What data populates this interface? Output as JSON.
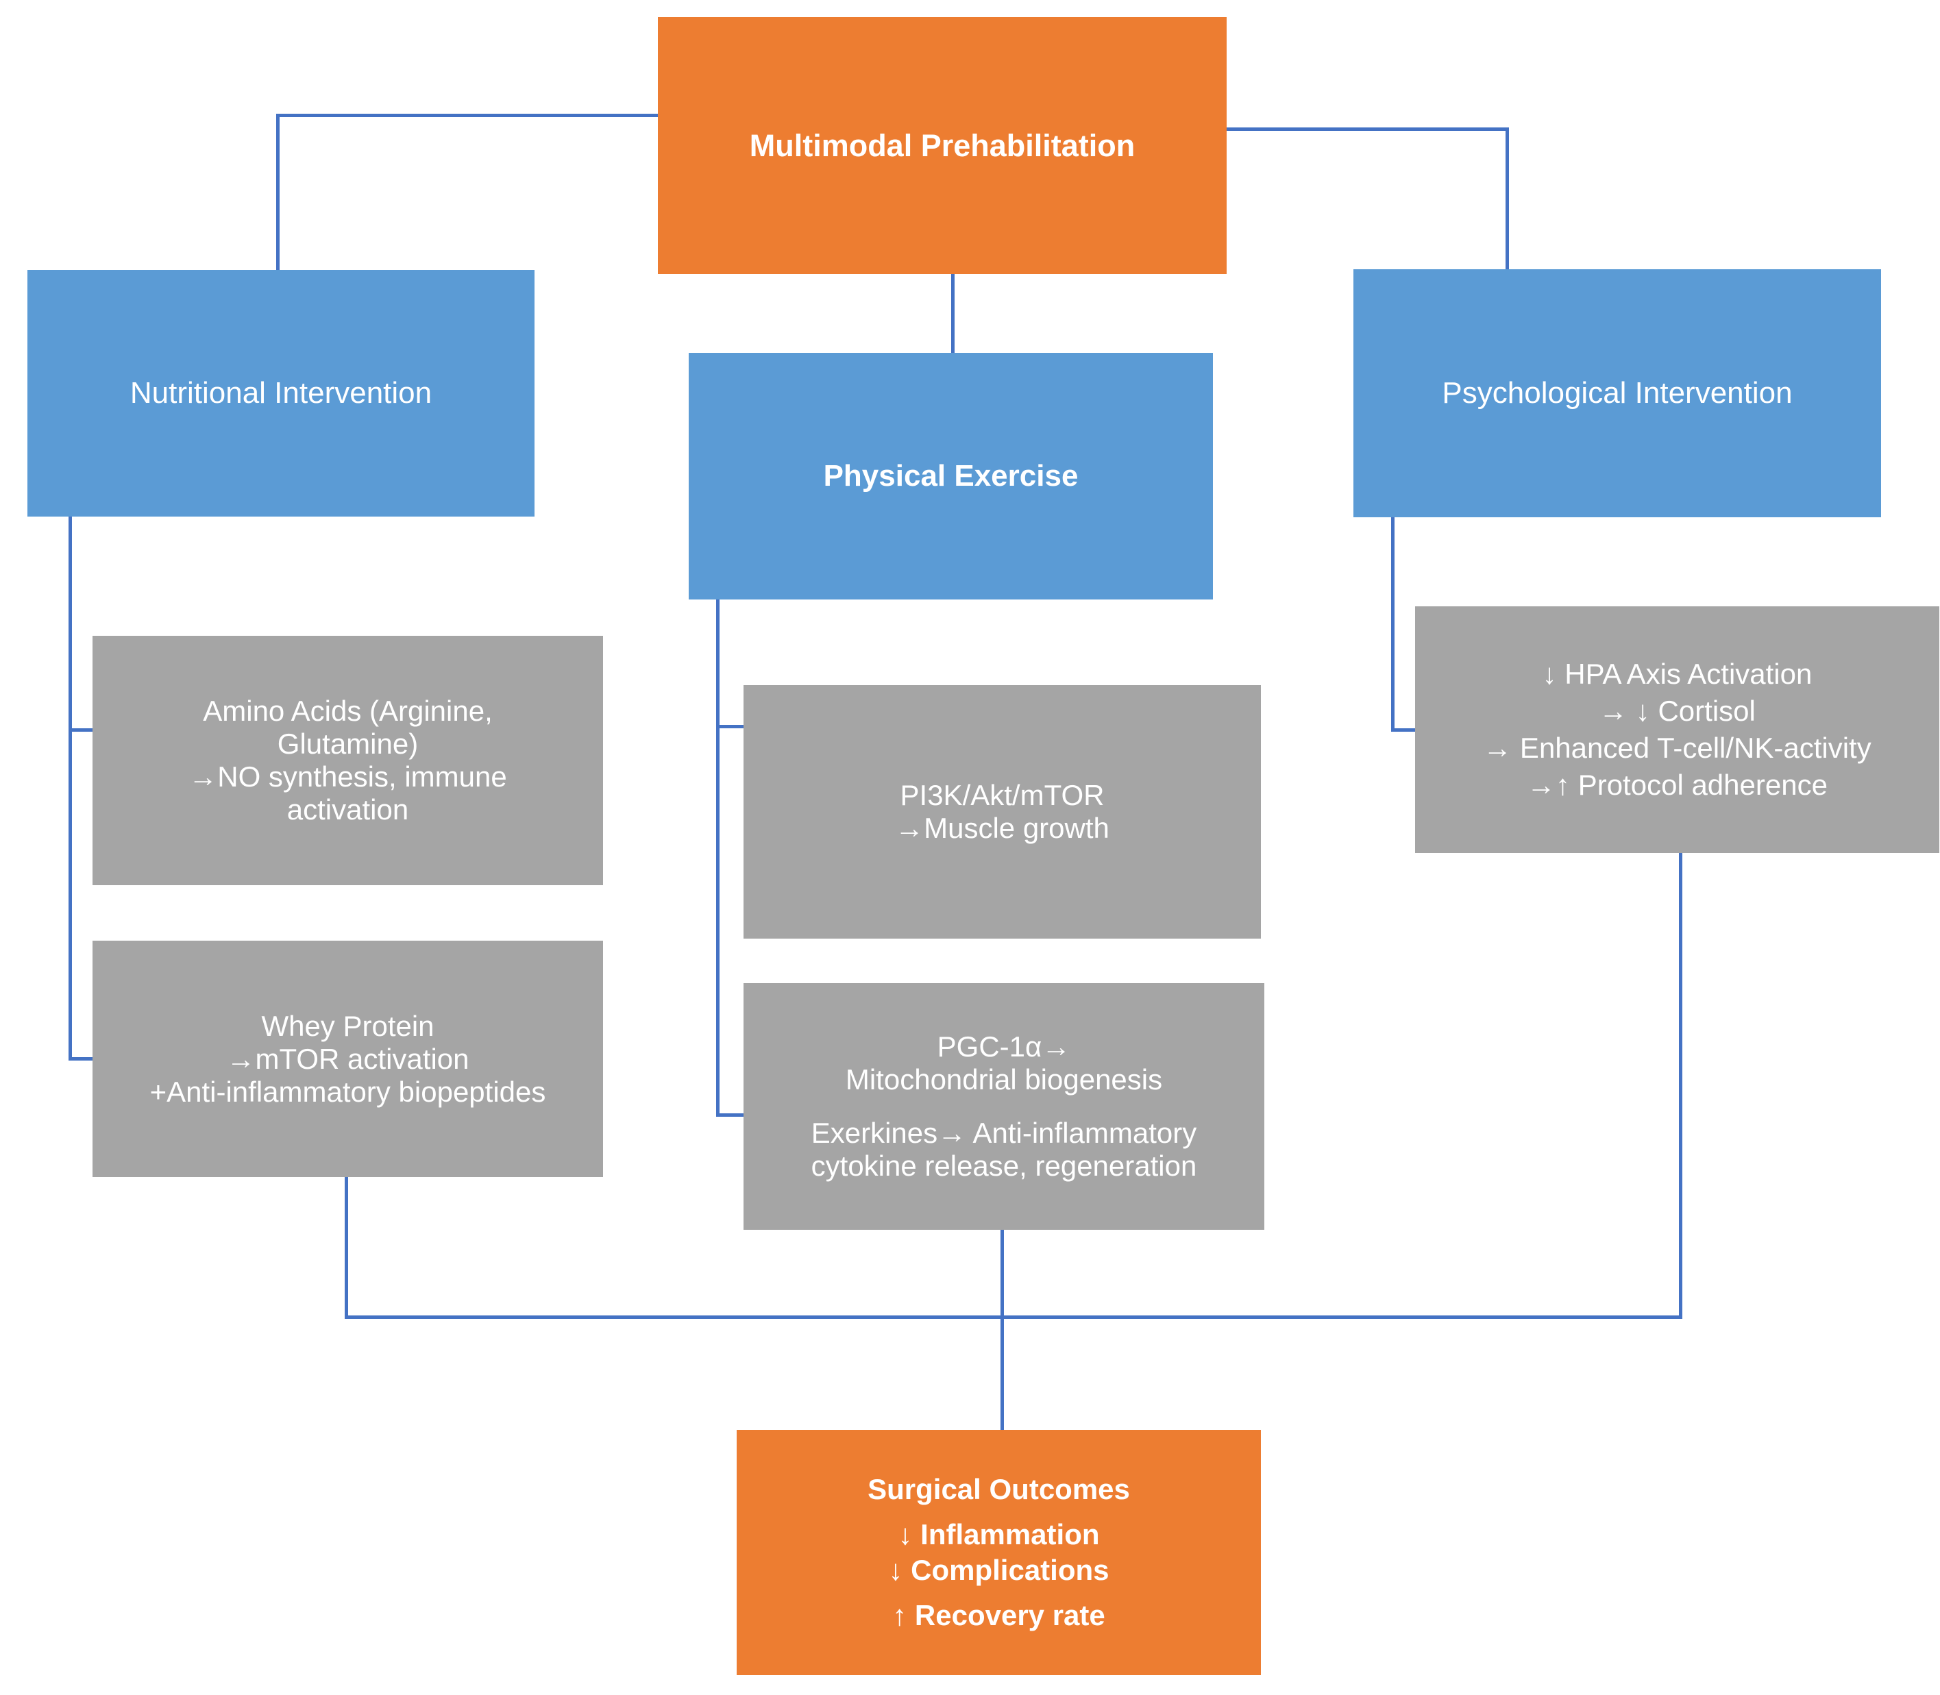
{
  "diagram": {
    "title": "Multimodal Prehabilitation Mechanistic Flowchart",
    "colors": {
      "primary": "#ED7D31",
      "secondary": "#5B9BD5",
      "detail": "#A5A5A5",
      "connector": "#4472C4",
      "text": "#FFFFFF",
      "background": "#FFFFFF"
    }
  },
  "nodes": {
    "prehabilitation": {
      "label": "Multimodal Prehabilitation",
      "type": "primary"
    },
    "nutritional_intervention": {
      "label": "Nutritional Intervention",
      "type": "secondary"
    },
    "physical_exercise": {
      "label": "Physical Exercise",
      "type": "secondary"
    },
    "psychological_intervention": {
      "label": "Psychological Intervention",
      "type": "secondary"
    },
    "amino_acids": {
      "type": "detail",
      "line1": "Amino Acids (Arginine,",
      "line2": "Glutamine)",
      "line3": "→NO synthesis, immune",
      "line4": "activation"
    },
    "whey_protein": {
      "type": "detail",
      "line1": "Whey Protein",
      "line2": "→mTOR activation",
      "line3": "+Anti-inflammatory biopeptides"
    },
    "pi3k_pathway": {
      "type": "detail",
      "line1": "PI3K/Akt/mTOR",
      "line2": "→Muscle growth"
    },
    "pgc1a_pathway": {
      "type": "detail",
      "line1": "PGC-1α→",
      "line2": "Mitochondrial biogenesis",
      "line3": "Exerkines→ Anti-inflammatory",
      "line4": "cytokine release, regeneration"
    },
    "hpa_axis": {
      "type": "detail",
      "line1": "↓ HPA Axis Activation",
      "line2": "→ ↓ Cortisol",
      "line3": "→ Enhanced T-cell/NK-activity",
      "line4": "→↑ Protocol adherence"
    },
    "surgical_outcomes": {
      "type": "primary",
      "line1": "Surgical Outcomes",
      "line2": "↓ Inflammation",
      "line3": "↓ Complications",
      "line4": "↑ Recovery rate"
    }
  }
}
